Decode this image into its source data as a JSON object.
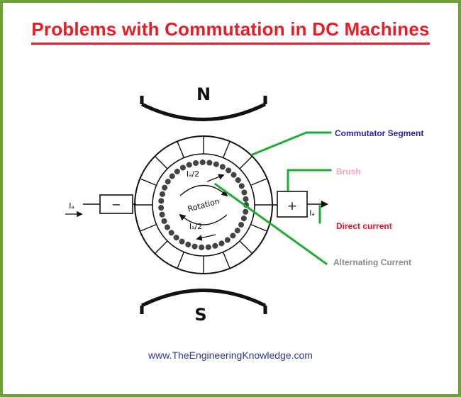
{
  "page": {
    "title": "Problems with Commutation in DC Machines",
    "website": "www.TheEngineeringKnowledge.com"
  },
  "diagram": {
    "pole_top": "N",
    "pole_bottom": "S",
    "rotation_label": "Rotation",
    "current_top": "Iₐ/2",
    "current_bottom": "Iₐ/2",
    "brush_left_sign": "−",
    "brush_right_sign": "+",
    "lead_left_current": "Iₐ",
    "lead_right_current": "Iₐ"
  },
  "callouts": {
    "commutator_segment": "Commutator Segment",
    "brush": "Brush",
    "direct_current": "Direct current",
    "alternating_current": "Alternating Current"
  },
  "colors": {
    "border_green": "#6fa03a",
    "title_red": "#ed1c24",
    "annotation_line_green": "#1fae35",
    "commutator_label_blue": "#2323c0",
    "brush_label_pink": "#f4a7bb",
    "direct_current_red": "#e8112d",
    "alternating_current_gray": "#8b8b8b",
    "website_blue": "#2b3990"
  }
}
